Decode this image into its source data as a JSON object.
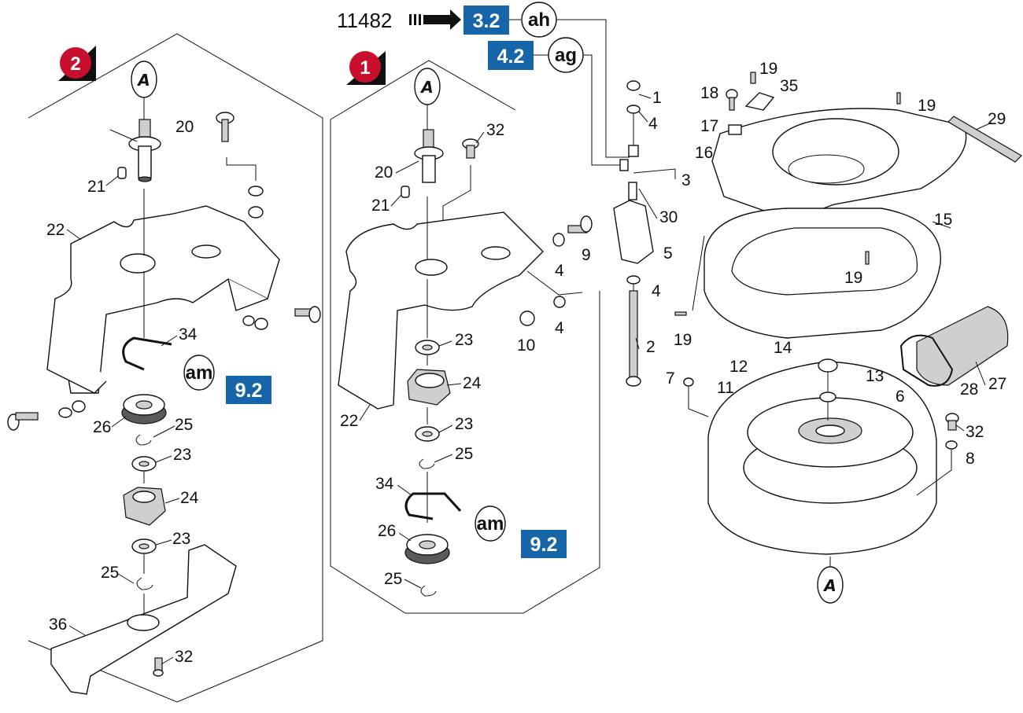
{
  "document_number": "11482",
  "colors": {
    "ref_box": "#1565a8",
    "badge": "#c8102e",
    "line": "#111111"
  },
  "references": [
    {
      "ref": "3.2",
      "circle": "ah"
    },
    {
      "ref": "4.2",
      "circle": "ag"
    },
    {
      "ref": "9.2",
      "circle": "am"
    },
    {
      "ref": "9.2",
      "circle": "am"
    }
  ],
  "variants": {
    "variant_1": "1",
    "variant_2": "2"
  },
  "marker": "A",
  "variant_2_labels": [
    "20",
    "21",
    "22",
    "34",
    "26",
    "25",
    "23",
    "24",
    "23",
    "25",
    "36",
    "32"
  ],
  "variant_1_labels": [
    "32",
    "20",
    "21",
    "9",
    "4",
    "4",
    "10",
    "23",
    "24",
    "22",
    "23",
    "25",
    "34",
    "26",
    "25"
  ],
  "main_labels": [
    "1",
    "4",
    "3",
    "30",
    "5",
    "4",
    "2",
    "7",
    "19",
    "35",
    "18",
    "17",
    "16",
    "19",
    "29",
    "15",
    "19",
    "19",
    "14",
    "13",
    "12",
    "11",
    "6",
    "27",
    "28",
    "32",
    "8"
  ]
}
